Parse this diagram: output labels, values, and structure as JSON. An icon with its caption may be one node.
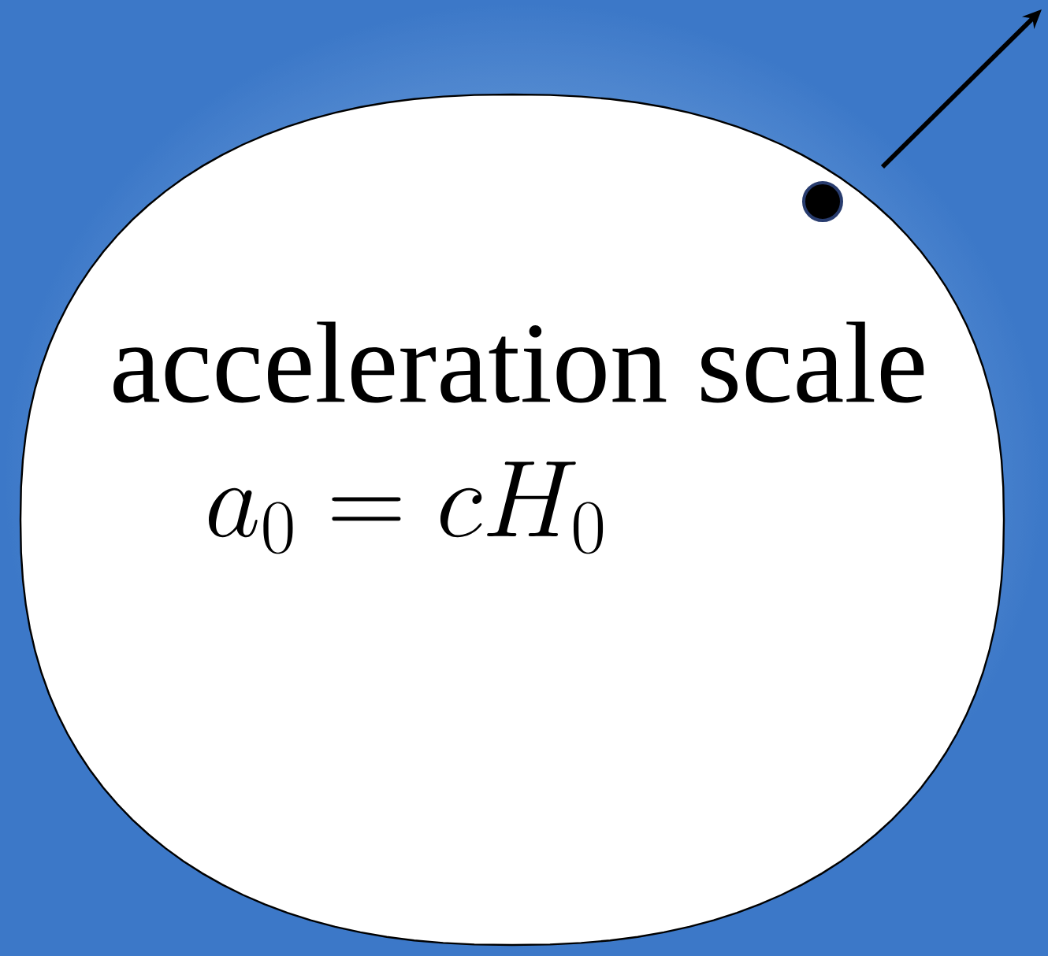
{
  "diagram": {
    "nodes": [
      {
        "text": [
          "acceleration scale",
          "a_0 = cH_0"
        ]
      },
      {
        "text": [],
        "shape": "circle",
        "in": 0
      }
    ]
  }
}
